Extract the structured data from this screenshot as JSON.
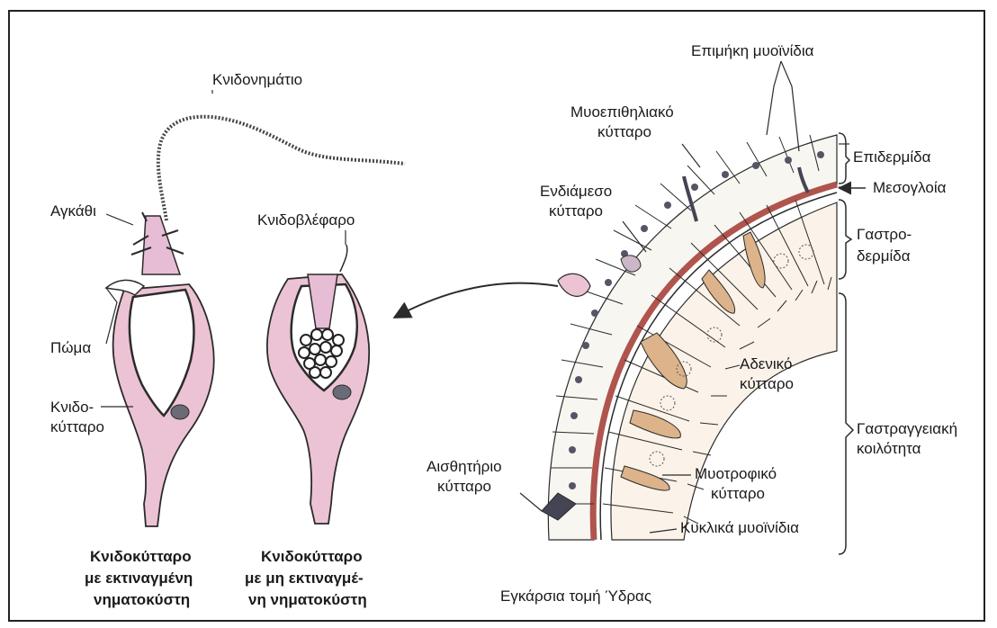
{
  "colors": {
    "cell_pink": "#ecc3d4",
    "thread_pink": "#e7bdd5",
    "gland_tan": "#dcb38a",
    "outline": "#2b2b2b",
    "mesoglea_red": "#b0544e",
    "nucleus_dark": "#555566"
  },
  "labels": {
    "knidonimatio": "Κνιδονημάτιο",
    "agkathi": "Αγκάθι",
    "poma": "Πώμα",
    "knidokyttaro_a": "Κνιδο-",
    "knidokyttaro_b": "κύτταρο",
    "knidoblefaro": "Κνιδοβλέφαρο",
    "epimiki": "Επιμήκη μυοϊνίδια",
    "myoepith_a": "Μυοεπιθηλιακό",
    "myoepith_b": "κύτταρο",
    "epidermida": "Επιδερμίδα",
    "mesogloia": "Μεσογλοία",
    "endiameso_a": "Ενδιάμεσο",
    "endiameso_b": "κύτταρο",
    "gastro_a": "Γαστρο-",
    "gastro_b": "δερμίδα",
    "adeniko_a": "Αδενικό",
    "adeniko_b": "κύτταρο",
    "gastraggeiaki_a": "Γαστραγγειακή",
    "gastraggeiaki_b": "κοιλότητα",
    "aisthitirio_a": "Αισθητήριο",
    "aisthitirio_b": "κύτταρο",
    "myotrofiko_a": "Μυοτροφικό",
    "myotrofiko_b": "κύτταρο",
    "kyklika": "Κυκλικά μυοϊνίδια"
  },
  "captions": {
    "left_1": "Κνιδοκύτταρο",
    "left_2": "με εκτιναγμένη",
    "left_3": "νηματοκύστη",
    "mid_1": "Κνιδοκύτταρο",
    "mid_2": "με μη εκτιναγμέ-",
    "mid_3": "νη νηματοκύστη",
    "right": "Εγκάρσια τομή Ύδρας"
  }
}
